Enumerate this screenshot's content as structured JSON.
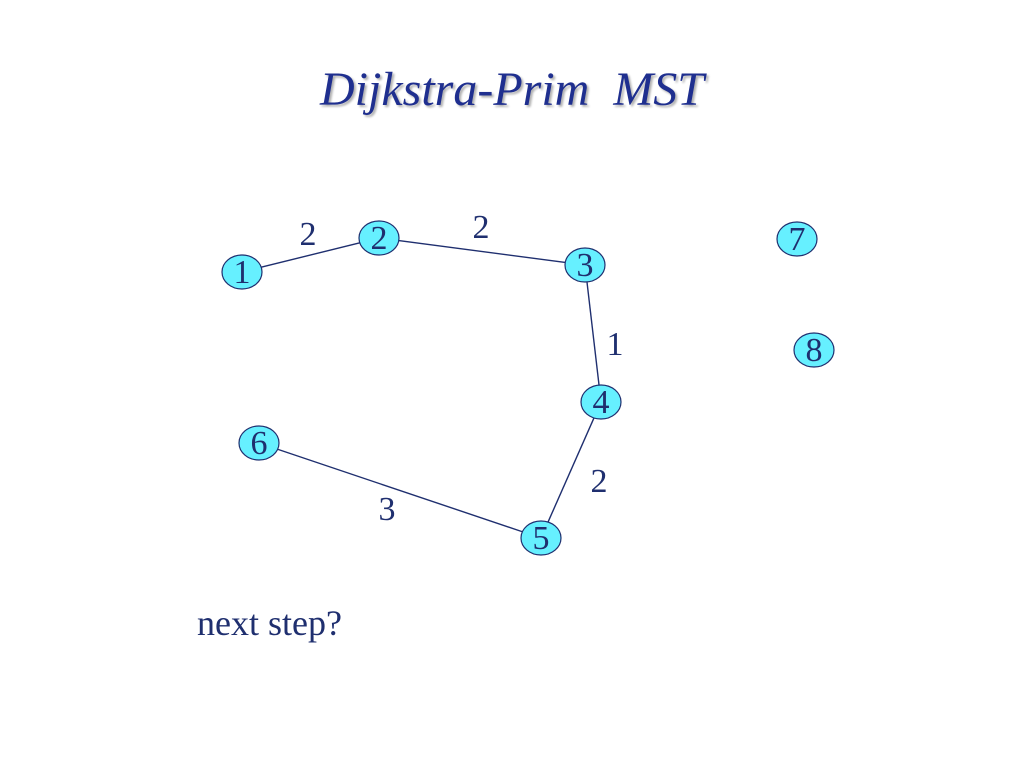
{
  "slide": {
    "title": "Dijkstra-Prim  MST",
    "caption": "next step?"
  },
  "colors": {
    "title": "#1f2f8f",
    "node_fill": "#66f0ff",
    "ink": "#1f2f6f"
  },
  "graph": {
    "nodes": [
      {
        "id": "1",
        "label": "1"
      },
      {
        "id": "2",
        "label": "2"
      },
      {
        "id": "3",
        "label": "3"
      },
      {
        "id": "4",
        "label": "4"
      },
      {
        "id": "5",
        "label": "5"
      },
      {
        "id": "6",
        "label": "6"
      },
      {
        "id": "7",
        "label": "7"
      },
      {
        "id": "8",
        "label": "8"
      }
    ],
    "edges": [
      {
        "from": "1",
        "to": "2",
        "weight": "2"
      },
      {
        "from": "2",
        "to": "3",
        "weight": "2"
      },
      {
        "from": "3",
        "to": "4",
        "weight": "1"
      },
      {
        "from": "4",
        "to": "5",
        "weight": "2"
      },
      {
        "from": "6",
        "to": "5",
        "weight": "3"
      }
    ]
  }
}
